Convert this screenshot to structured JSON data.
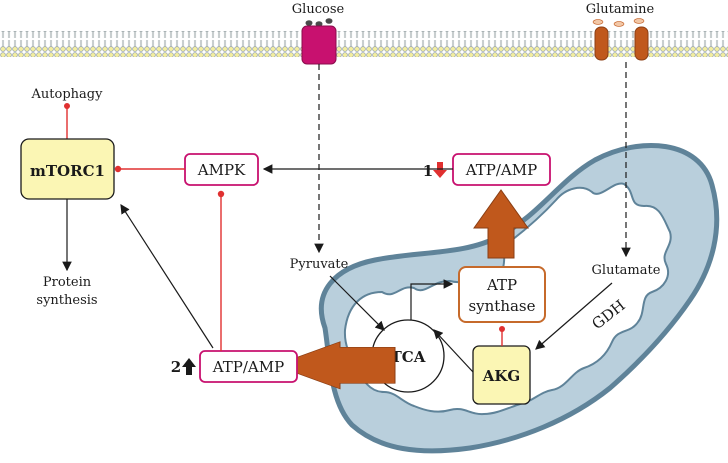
{
  "membrane": {
    "transporter_glucose_label": "Glucose",
    "transporter_glutamine_label": "Glutamine"
  },
  "nodes": {
    "autophagy": "Autophagy",
    "mtorc1": "mTORC1",
    "ampk": "AMPK",
    "atp_amp_top": "ATP/AMP",
    "atp_amp_top_marker": "1",
    "protein_synthesis_line1": "Protein",
    "protein_synthesis_line2": "synthesis",
    "pyruvate": "Pyruvate",
    "glutamate": "Glutamate",
    "atp_synthase_line1": "ATP",
    "atp_synthase_line2": "synthase",
    "tca": "TCA",
    "akg": "AKG",
    "gdh": "GDH",
    "atp_amp_bottom": "ATP/AMP",
    "atp_amp_bottom_marker": "2"
  },
  "colors": {
    "membrane_head": "#f3ee9f",
    "membrane_stroke": "#9aa6a8",
    "glucose_transporter": "#c8116f",
    "glutamine_transporter": "#c0581c",
    "glutamine_molecule": "#f2c7a6",
    "glucose_molecule": "#4a4a4a",
    "mito_outer": "#b9cfdc",
    "mito_stroke": "#5f8399",
    "pink_border": "#c8116f",
    "orange_border": "#c66a2b",
    "yellow_fill": "#fbf6b4",
    "big_arrow": "#c0581c",
    "inhibit": "#e03030",
    "down_arrow": "#e03030"
  }
}
